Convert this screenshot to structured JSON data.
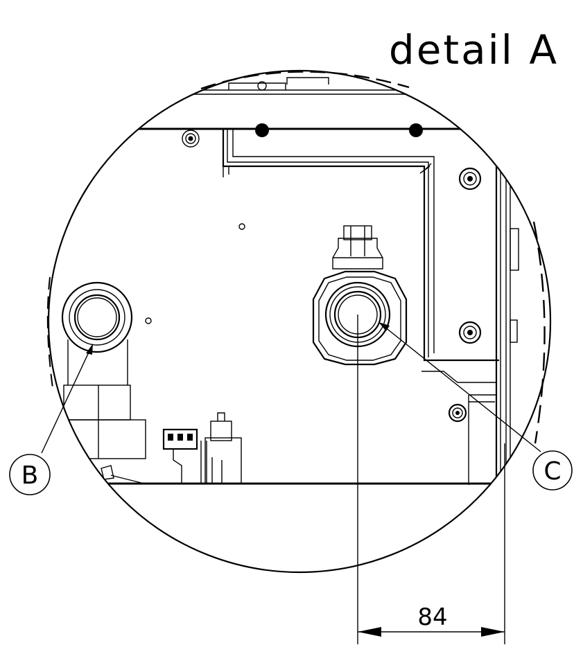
{
  "title": "detail A",
  "callouts": {
    "b": "B",
    "c": "C"
  },
  "dimension": {
    "value": "84"
  }
}
